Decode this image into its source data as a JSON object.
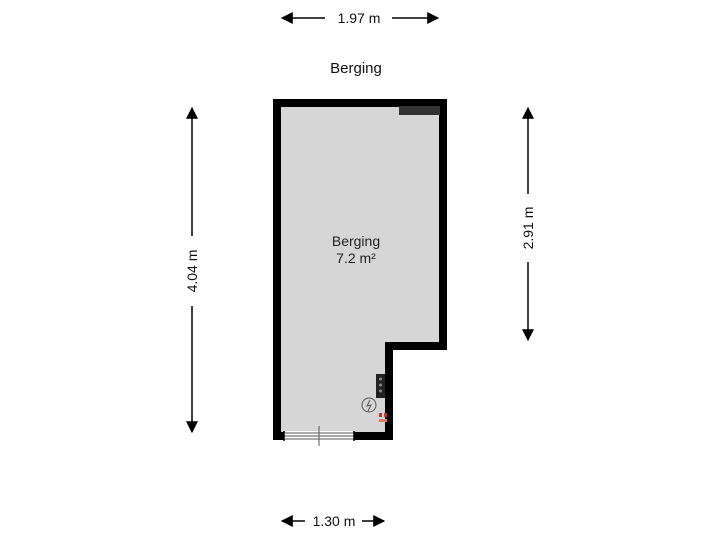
{
  "plan": {
    "title": "Berging",
    "room": {
      "name": "Berging",
      "area": "7.2 m²"
    },
    "dimensions": {
      "top": "1.97 m",
      "bottom": "1.30 m",
      "left": "4.04 m",
      "right": "2.91 m"
    }
  },
  "colors": {
    "wall": "#000000",
    "floor": "#d6d6d6",
    "background": "#ffffff",
    "outlet_red": "#c0392b"
  },
  "icons": [
    "electric-meter-icon",
    "radiator-icon",
    "window-icon"
  ]
}
